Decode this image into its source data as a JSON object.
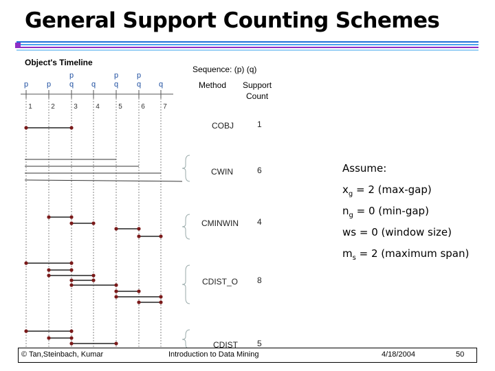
{
  "slide": {
    "title": "General Support Counting Schemes",
    "accent_colors": [
      "#8e2ec5",
      "#1e6fd9",
      "#4aa3f0",
      "#9ad0f5"
    ]
  },
  "figure": {
    "timeline_title": "Object's Timeline",
    "sequence_label": "Sequence: (p) (q)",
    "method_header": "Method",
    "support_header_1": "Support",
    "support_header_2": "Count",
    "timeline_top": [
      "p",
      "p",
      "p"
    ],
    "timeline_bottom": [
      "p",
      "p",
      "q",
      "q",
      "q",
      "q",
      "q"
    ],
    "timeline_numbers": [
      "1",
      "2",
      "3",
      "4",
      "5",
      "6",
      "7"
    ],
    "methods": [
      {
        "name": "COBJ",
        "count": "1"
      },
      {
        "name": "CWIN",
        "count": "6"
      },
      {
        "name": "CMINWIN",
        "count": "4"
      },
      {
        "name": "CDIST_O",
        "count": "8"
      },
      {
        "name": "CDIST",
        "count": "5"
      }
    ]
  },
  "assume": {
    "heading": "Assume:",
    "xg_var": "x",
    "xg_sub": "g",
    "xg_text": " = 2 (max-gap)",
    "ng_var": "n",
    "ng_sub": "g",
    "ng_text": " = 0 (min-gap)",
    "ws_text": "ws = 0 (window size)",
    "ms_var": "m",
    "ms_sub": "s",
    "ms_text": " = 2 (maximum span)"
  },
  "footer": {
    "left": "© Tan,Steinbach, Kumar",
    "center": "Introduction to Data Mining",
    "date": "4/18/2004",
    "page": "50"
  }
}
